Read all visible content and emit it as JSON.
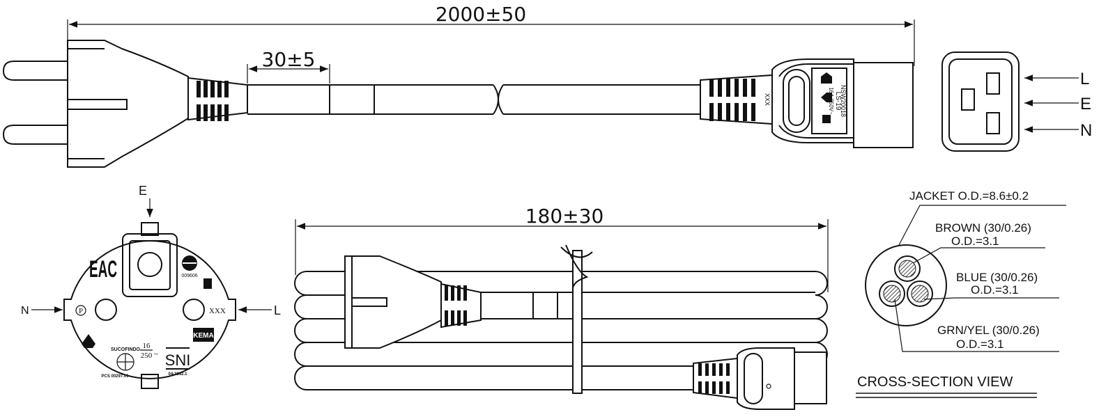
{
  "dimensions": {
    "total_length": "2000±50",
    "strip_length": "30±5",
    "coil_length": "180±30"
  },
  "socket_face": {
    "pin_l": "L",
    "pin_e": "E",
    "pin_n": "N"
  },
  "connector_marking": {
    "model": "LS-19",
    "rating": "16A 250V~",
    "approval": "NSW20018",
    "code": "XXX"
  },
  "plug_face": {
    "label_e": "E",
    "label_n": "N",
    "label_l": "L",
    "eac_mark": "EAC",
    "cert_number": "009606",
    "p_mark": "P",
    "xxx_mark": "XXX",
    "kema_mark": "KEMA",
    "sucofindo_mark": "SUCOFINDO",
    "pcs_number": "PCS 00297.01",
    "rating_top": "16",
    "rating_bottom": "250",
    "rating_suffix": "~",
    "sni_mark": "SNI",
    "sni_number": "04-3892.1"
  },
  "cross_section": {
    "title": "CROSS-SECTION VIEW",
    "jacket": "JACKET O.D.=8.6±0.2",
    "brown": "BROWN (30/0.26)",
    "brown_od": "O.D.=3.1",
    "blue": "BLUE (30/0.26)",
    "blue_od": "O.D.=3.1",
    "grnyel": "GRN/YEL (30/0.26)",
    "grnyel_od": "O.D.=3.1"
  }
}
